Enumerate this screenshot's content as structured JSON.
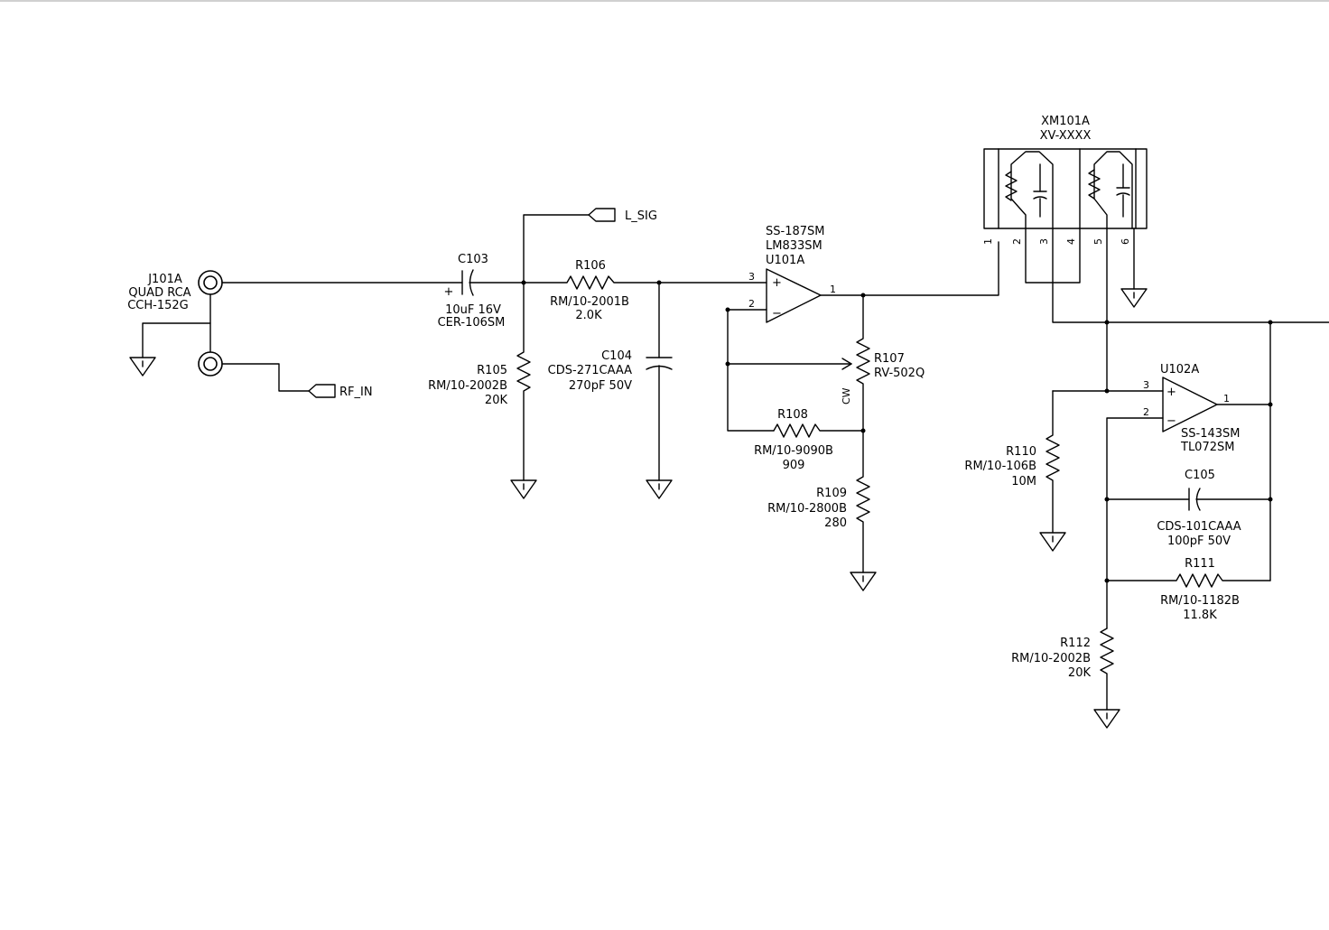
{
  "colors": {
    "line": "#000000",
    "background": "#ffffff",
    "top_rule": "#d0d0d0"
  },
  "j101a": {
    "ref": "J101A",
    "desc": "QUAD RCA",
    "part": "CCH-152G"
  },
  "c103": {
    "ref": "C103",
    "value": "10uF 16V",
    "part": "CER-106SM",
    "polarity": "+"
  },
  "lsig": {
    "label": "L_SIG"
  },
  "rfin": {
    "label": "RF_IN"
  },
  "r106": {
    "ref": "R106",
    "part": "RM/10-2001B",
    "value": "2.0K"
  },
  "r105": {
    "ref": "R105",
    "part": "RM/10-2002B",
    "value": "20K"
  },
  "c104": {
    "ref": "C104",
    "part": "CDS-271CAAA",
    "value": "270pF 50V"
  },
  "u101a": {
    "part1": "SS-187SM",
    "part2": "LM833SM",
    "ref": "U101A",
    "pin_plus": "3",
    "pin_minus": "2",
    "pin_out": "1",
    "sym_plus": "+",
    "sym_minus": "−"
  },
  "r107": {
    "ref": "R107",
    "part": "RV-502Q",
    "cw": "CW"
  },
  "r108": {
    "ref": "R108",
    "part": "RM/10-9090B",
    "value": "909"
  },
  "r109": {
    "ref": "R109",
    "part": "RM/10-2800B",
    "value": "280"
  },
  "xm101a": {
    "ref": "XM101A",
    "part": "XV-XXXX",
    "pins": [
      "1",
      "2",
      "3",
      "4",
      "5",
      "6"
    ]
  },
  "u102a": {
    "ref": "U102A",
    "part1": "SS-143SM",
    "part2": "TL072SM",
    "pin_plus": "3",
    "pin_minus": "2",
    "pin_out": "1",
    "sym_plus": "+",
    "sym_minus": "−"
  },
  "r110": {
    "ref": "R110",
    "part": "RM/10-106B",
    "value": "10M"
  },
  "c105": {
    "ref": "C105",
    "part": "CDS-101CAAA",
    "value": "100pF 50V"
  },
  "r111": {
    "ref": "R111",
    "part": "RM/10-1182B",
    "value": "11.8K"
  },
  "r112": {
    "ref": "R112",
    "part": "RM/10-2002B",
    "value": "20K"
  }
}
